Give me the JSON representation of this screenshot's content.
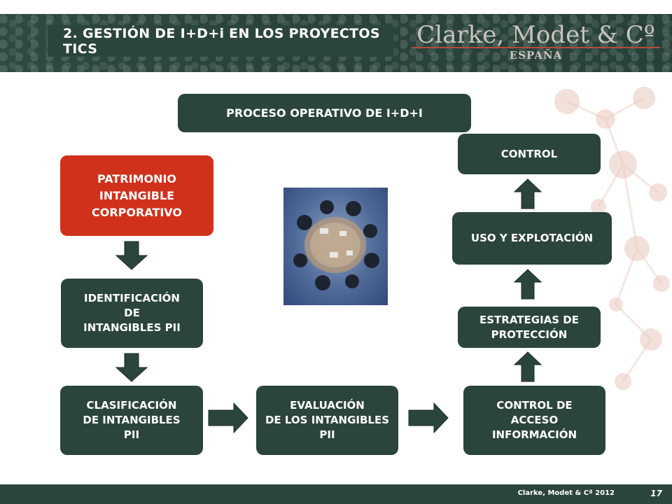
{
  "header": {
    "title": "2. GESTIÓN DE I+D+i EN LOS PROYECTOS TICS",
    "brand_name": "Clarke, Modet & Cº",
    "brand_sub": "ESPAÑA"
  },
  "diagram": {
    "heading": "PROCESO OPERATIVO DE I+D+I",
    "patrimonio": "PATRIMONIO\nINTANGIBLE\nCORPORATIVO",
    "identificacion": "IDENTIFICACIÓN\nDE\nINTANGIBLES PII",
    "clasificacion": "CLASIFICACIÓN\nDE INTANGIBLES\nPII",
    "evaluacion": "EVALUACIÓN\nDE LOS INTANGIBLES\nPII",
    "control_acceso": "CONTROL DE\nACCESO\nINFORMACIÓN",
    "estrategias": "ESTRATEGIAS DE\nPROTECCIÓN",
    "uso": "USO Y EXPLOTACIÓN",
    "control": "CONTROL"
  },
  "colors": {
    "dark_green": "#2b453c",
    "accent_red": "#d0311b"
  },
  "footer": {
    "copyright": "Clarke, Modet & Cª 2012",
    "page_number": "17"
  }
}
